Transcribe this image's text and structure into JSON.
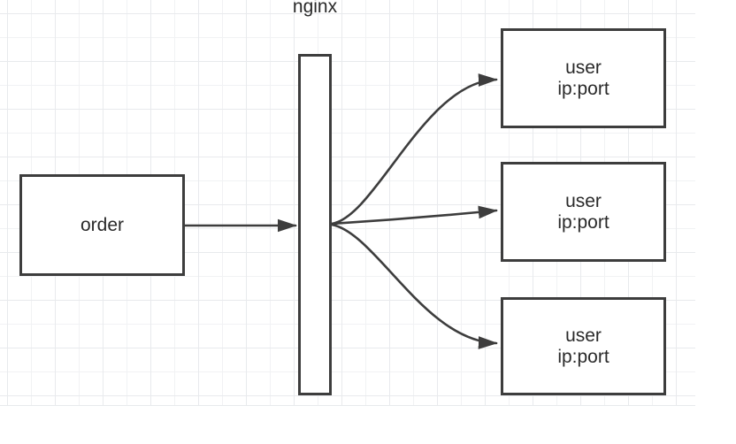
{
  "nodes": {
    "order": {
      "label": "order"
    },
    "nginx": {
      "label": "nginx"
    },
    "users": [
      {
        "line1": "user",
        "line2": "ip:port"
      },
      {
        "line1": "user",
        "line2": "ip:port"
      },
      {
        "line1": "user",
        "line2": "ip:port"
      }
    ]
  },
  "connectors": [
    {
      "from": "order",
      "to": "nginx"
    },
    {
      "from": "nginx",
      "to": "user-1"
    },
    {
      "from": "nginx",
      "to": "user-2"
    },
    {
      "from": "nginx",
      "to": "user-3"
    }
  ],
  "colors": {
    "shape-border": "#3d3d3d",
    "connector": "#3d3d3d",
    "arrowhead": "#3d3d3d",
    "text": "#2a2a2a",
    "canvas-bg": "#ffffff",
    "grid-minor": "#f1f2f4",
    "grid-major": "#e8eaed"
  }
}
